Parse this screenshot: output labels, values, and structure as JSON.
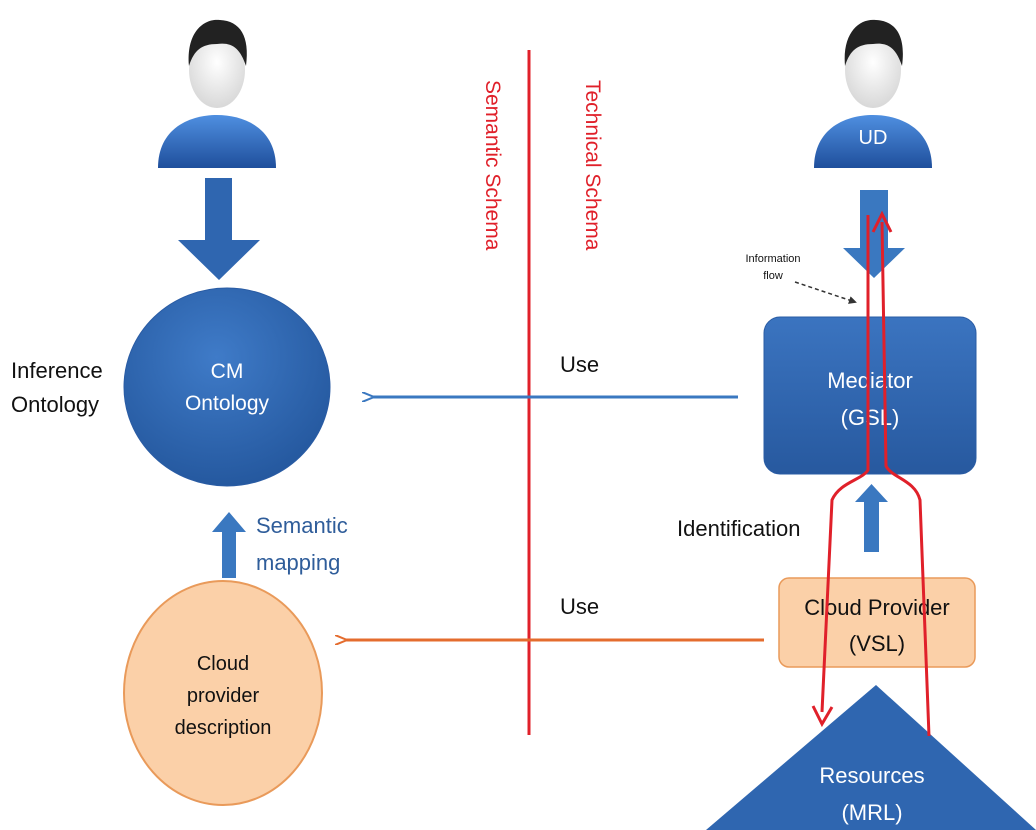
{
  "left_user": {
    "label": ""
  },
  "right_user": {
    "label": "UD"
  },
  "schemas": {
    "semantic": "Semantic Schema",
    "technical": "Technical Schema"
  },
  "labels": {
    "inference_ontology_1": "Inference",
    "inference_ontology_2": "Ontology",
    "cm_ontology_1": "CM",
    "cm_ontology_2": "Ontology",
    "semantic_mapping_1": "Semantic",
    "semantic_mapping_2": "mapping",
    "cloud_desc_1": "Cloud",
    "cloud_desc_2": "provider",
    "cloud_desc_3": "description",
    "use_top": "Use",
    "use_bottom": "Use",
    "identification": "Identification",
    "information_flow_1": "Information",
    "information_flow_2": "flow",
    "mediator_1": "Mediator",
    "mediator_2": "(GSL)",
    "cloud_provider_1": "Cloud Provider",
    "cloud_provider_2": "(VSL)",
    "resources_1": "Resources",
    "resources_2": "(MRL)"
  },
  "colors": {
    "blue_shape": "#2f66b0",
    "blue_arrow": "#3a78c0",
    "blue_text": "#2f5d9a",
    "red": "#e0202a",
    "orange_fill": "#fbd0a8",
    "orange_stroke": "#e99a5a",
    "orange_arrow": "#e46c2e"
  }
}
